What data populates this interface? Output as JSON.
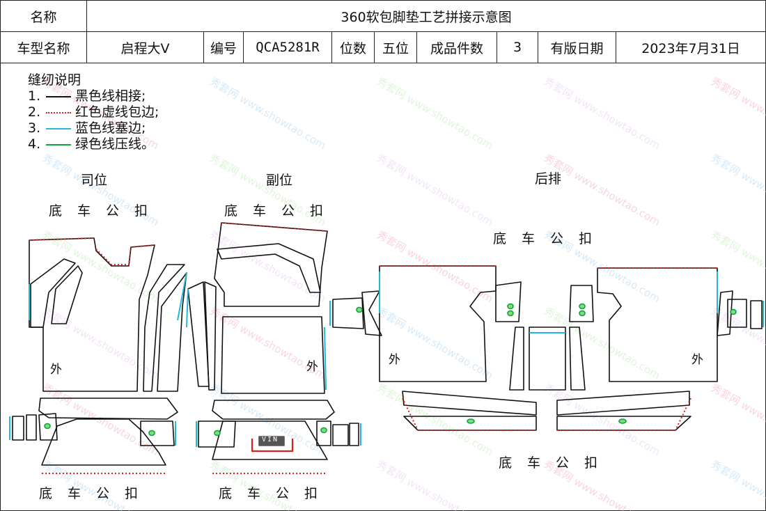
{
  "header": {
    "name_label": "名称",
    "title": "360软包脚垫工艺拼接示意图",
    "model_label": "车型名称",
    "model": "启程大V",
    "code_label": "编号",
    "code": "QCA5281R",
    "seat_label": "位数",
    "seat": "五位",
    "pieces_label": "成品件数",
    "pieces": "3",
    "date_label": "有版日期",
    "date": "2023年7月31日"
  },
  "legend": {
    "title": "缝纫说明",
    "items": [
      {
        "num": "1.",
        "text": "黑色线相接;",
        "color": "#111111",
        "style": "solid"
      },
      {
        "num": "2.",
        "text": "红色虚线包边;",
        "color": "#d42020",
        "style": "dotted"
      },
      {
        "num": "3.",
        "text": "蓝色线塞边;",
        "color": "#22b8d8",
        "style": "solid"
      },
      {
        "num": "4.",
        "text": "绿色线压线。",
        "color": "#13a040",
        "style": "solid"
      }
    ]
  },
  "sections": {
    "driver": "司位",
    "passenger": "副位",
    "rear": "后排"
  },
  "buckle": "底车公扣",
  "outer": "外",
  "vin": "VIN",
  "watermark": {
    "cn": "秀套网",
    "url": "www.showtao.com"
  },
  "colors": {
    "black": "#111111",
    "red": "#d42020",
    "cyan": "#22b8d8",
    "green": "#13a040"
  }
}
